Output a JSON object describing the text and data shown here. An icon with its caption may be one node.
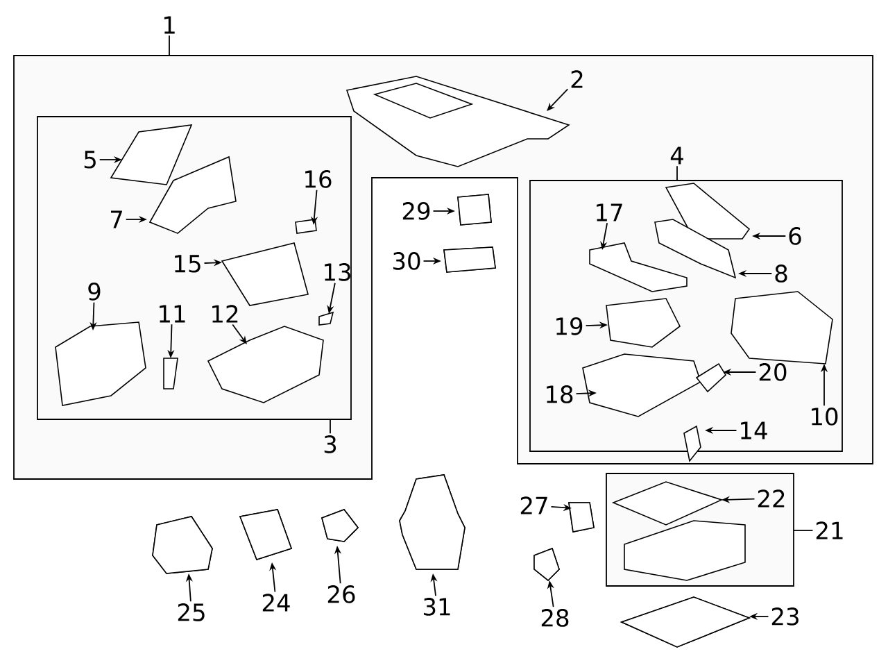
{
  "diagram": {
    "nodes": [
      {
        "text": [],
        "shape": "box"
      },
      {
        "text": [],
        "shape": "box",
        "in": 0
      },
      {
        "text": [],
        "shape": "box",
        "in": 0
      },
      {
        "text": [],
        "shape": "box"
      },
      {
        "text": [
          "1"
        ]
      },
      {
        "text": [
          "2"
        ],
        "in": 0
      },
      {
        "text": [
          "3"
        ],
        "in": 0
      },
      {
        "text": [
          "4"
        ],
        "in": 0
      },
      {
        "text": [
          "5"
        ],
        "in": 1
      },
      {
        "text": [
          "7"
        ],
        "in": 1
      },
      {
        "text": [
          "16"
        ],
        "in": 1
      },
      {
        "text": [
          "15"
        ],
        "in": 1
      },
      {
        "text": [
          "13"
        ],
        "in": 1
      },
      {
        "text": [
          "9"
        ],
        "in": 1
      },
      {
        "text": [
          "11"
        ],
        "in": 1
      },
      {
        "text": [
          "12"
        ],
        "in": 1
      },
      {
        "text": [
          "29"
        ]
      },
      {
        "text": [
          "30"
        ]
      },
      {
        "text": [
          "17"
        ],
        "in": 2
      },
      {
        "text": [
          "6"
        ],
        "in": 2
      },
      {
        "text": [
          "8"
        ],
        "in": 2
      },
      {
        "text": [
          "19"
        ],
        "in": 2
      },
      {
        "text": [
          "18"
        ],
        "in": 2
      },
      {
        "text": [
          "20"
        ],
        "in": 2
      },
      {
        "text": [
          "10"
        ],
        "in": 2
      },
      {
        "text": [
          "14"
        ],
        "in": 2
      },
      {
        "text": [
          "27"
        ]
      },
      {
        "text": [
          "22"
        ],
        "in": 3
      },
      {
        "text": [
          "21"
        ]
      },
      {
        "text": [
          "25"
        ]
      },
      {
        "text": [
          "24"
        ]
      },
      {
        "text": [
          "26"
        ]
      },
      {
        "text": [
          "31"
        ]
      },
      {
        "text": [
          "28"
        ]
      },
      {
        "text": [
          "23"
        ]
      }
    ],
    "edges": [
      {
        "from": 4,
        "to": 0,
        "arrow": "none"
      },
      {
        "from": 5,
        "to": null,
        "arrow": "to"
      },
      {
        "from": 6,
        "to": 1,
        "arrow": "none"
      },
      {
        "from": 7,
        "to": 2,
        "arrow": "none"
      },
      {
        "from": 8,
        "to": null,
        "arrow": "to"
      },
      {
        "from": 9,
        "to": null,
        "arrow": "to"
      },
      {
        "from": 10,
        "to": null,
        "arrow": "to"
      },
      {
        "from": 11,
        "to": null,
        "arrow": "to"
      },
      {
        "from": 12,
        "to": null,
        "arrow": "to"
      },
      {
        "from": 13,
        "to": null,
        "arrow": "to"
      },
      {
        "from": 14,
        "to": null,
        "arrow": "to"
      },
      {
        "from": 15,
        "to": null,
        "arrow": "to"
      },
      {
        "from": 16,
        "to": null,
        "arrow": "to"
      },
      {
        "from": 17,
        "to": null,
        "arrow": "to"
      },
      {
        "from": 18,
        "to": null,
        "arrow": "to"
      },
      {
        "from": 19,
        "to": null,
        "arrow": "to"
      },
      {
        "from": 20,
        "to": null,
        "arrow": "to"
      },
      {
        "from": 21,
        "to": null,
        "arrow": "to"
      },
      {
        "from": 22,
        "to": null,
        "arrow": "to"
      },
      {
        "from": 23,
        "to": null,
        "arrow": "to"
      },
      {
        "from": 24,
        "to": null,
        "arrow": "to"
      },
      {
        "from": 25,
        "to": null,
        "arrow": "to"
      },
      {
        "from": 26,
        "to": null,
        "arrow": "to"
      },
      {
        "from": 27,
        "to": null,
        "arrow": "to"
      },
      {
        "from": 28,
        "to": 3,
        "arrow": "none"
      },
      {
        "from": 29,
        "to": null,
        "arrow": "to"
      },
      {
        "from": 30,
        "to": null,
        "arrow": "to"
      },
      {
        "from": 31,
        "to": null,
        "arrow": "to"
      },
      {
        "from": 32,
        "to": null,
        "arrow": "to"
      },
      {
        "from": 33,
        "to": null,
        "arrow": "to"
      },
      {
        "from": 34,
        "to": null,
        "arrow": "to"
      }
    ]
  }
}
